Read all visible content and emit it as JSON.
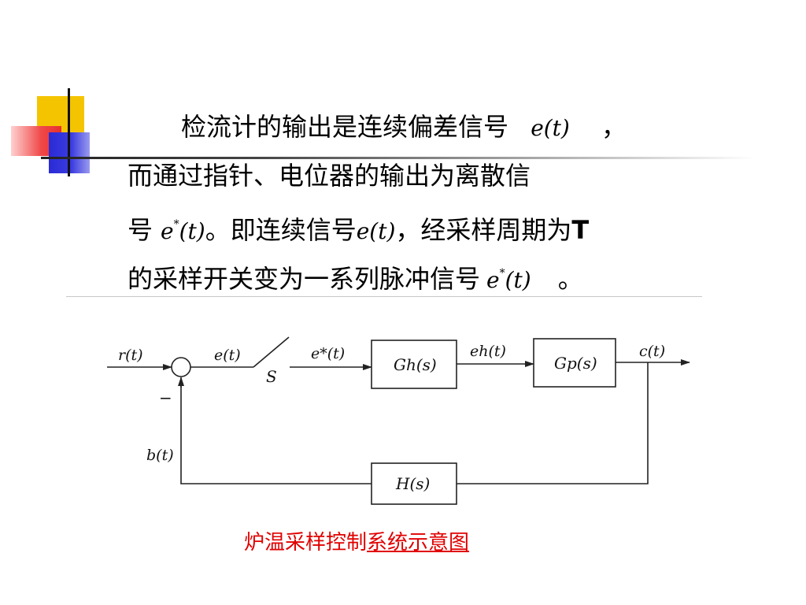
{
  "paragraph": {
    "line1_text": "检流计的输出是连续偏差信号",
    "line1_math": "e(t)",
    "line1_end": "，",
    "line2_text": "而通过指针、电位器的输出为离散信",
    "line3_a": "号",
    "line3_math1_base": "e",
    "line3_math1_sup": "*",
    "line3_math1_arg": "(t)",
    "line3_b": "。即连续信号",
    "line3_math2": "e(t)",
    "line3_c": "，经采样周期为",
    "line3_T": "T",
    "line4_text": "的采样开关变为一系列脉冲信号",
    "line4_math_base": "e",
    "line4_math_sup": "*",
    "line4_math_arg": "(t)",
    "line4_end": "。"
  },
  "diagram": {
    "input_label": "r(t)",
    "error_label": "e(t)",
    "switch_label": "S",
    "sampled_label": "e*(t)",
    "hold_block": "Gh(s)",
    "hold_output_label": "eh(t)",
    "plant_block": "Gp(s)",
    "output_label": "c(t)",
    "feedback_block": "H(s)",
    "feedback_label": "b(t)",
    "minus_sign": "−"
  },
  "caption": {
    "plain": "炉温采样控制",
    "underlined": "系统示意图"
  },
  "colors": {
    "caption": "#e00000",
    "deco_yellow": "#f5c400",
    "deco_blue": "#2b2bd6",
    "deco_red": "#f04848"
  }
}
